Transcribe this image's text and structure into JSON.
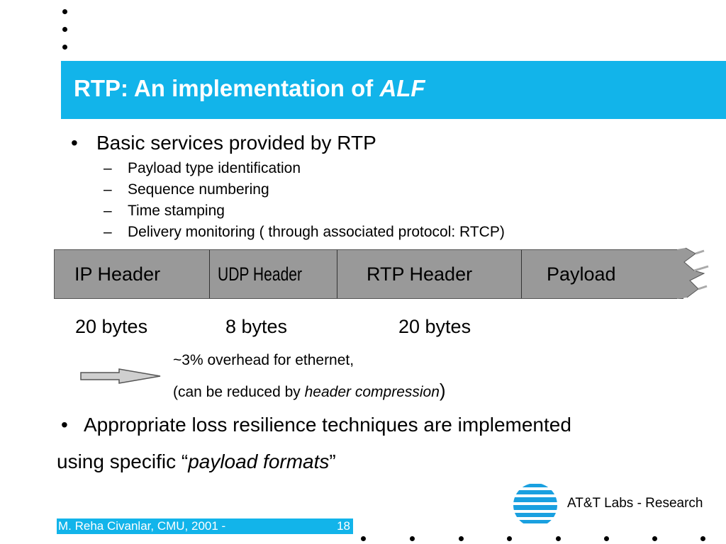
{
  "title": {
    "main": "RTP: An implementation of ",
    "italic": "ALF"
  },
  "bullet1": {
    "text": "Basic services provided by RTP",
    "subitems": [
      "Payload type identification",
      "Sequence numbering",
      "Time stamping",
      "Delivery monitoring ( through associated protocol: RTCP)"
    ]
  },
  "packet": {
    "segments": [
      "IP Header",
      "UDP Header",
      "RTP Header",
      "Payload"
    ],
    "sizes": [
      "20 bytes",
      "8 bytes",
      "20 bytes"
    ]
  },
  "overhead": {
    "line1": "~3% overhead for ethernet,",
    "line2_prefix": "(can be reduced by ",
    "line2_italic": "header compression",
    "line2_suffix": ")"
  },
  "bullet2": {
    "line1": "Appropriate loss resilience techniques are implemented",
    "line2_prefix": "using specific “",
    "line2_italic": "payload formats",
    "line2_suffix": "”"
  },
  "footer": {
    "author": "M. Reha Civanlar, CMU, 2001  -",
    "page": "18"
  },
  "brand": "AT&T Labs - Research",
  "bullet_glyph": "•",
  "dash_glyph": "–",
  "colors": {
    "title_bar": "#12b4ea",
    "packet": "#999999",
    "globe": "#1aa0e0"
  }
}
